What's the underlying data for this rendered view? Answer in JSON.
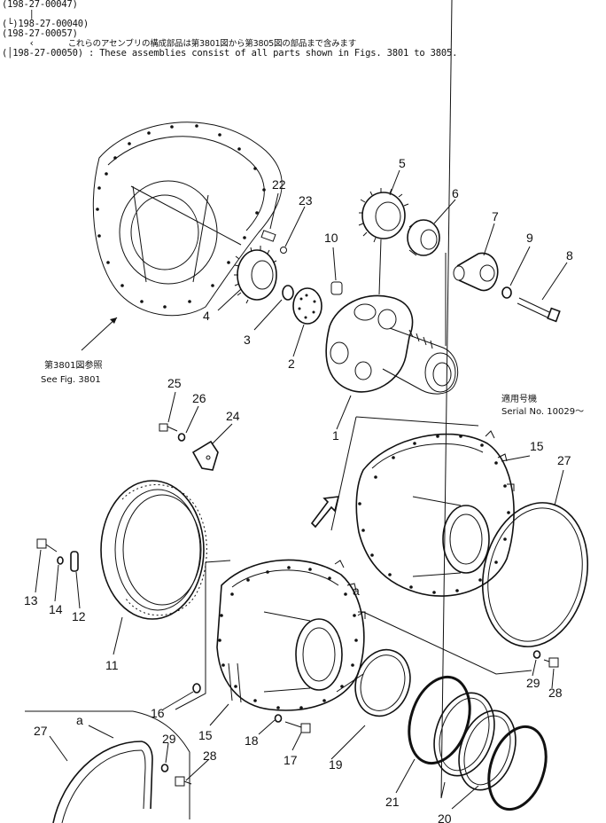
{
  "header": {
    "lines": [
      "(198-27-00047)",
      "     |",
      "(└)198-27-00040)",
      "(198-27-00057)",
      "     ‹",
      "(│198-27-00050) : These assemblies consist of all parts shown in Figs. 3801 to 3805."
    ],
    "note_jp": "これらのアセンブリの構成部品は第3801図から第3805図の部品まで含みます"
  },
  "refs": {
    "see_fig_jp": "第3801図参照",
    "see_fig": "See Fig. 3801",
    "serial_jp": "適用号機",
    "serial": "Serial No. 10029～"
  },
  "callouts": {
    "c1": "1",
    "c2": "2",
    "c3": "3",
    "c4": "4",
    "c5": "5",
    "c6": "6",
    "c7": "7",
    "c8": "8",
    "c9": "9",
    "c10": "10",
    "c11": "11",
    "c12": "12",
    "c13": "13",
    "c14": "14",
    "c15a": "15",
    "c15b": "15",
    "c16": "16",
    "c17": "17",
    "c18": "18",
    "c19": "19",
    "c20": "20",
    "c21": "21",
    "c22": "22",
    "c23": "23",
    "c24": "24",
    "c25": "25",
    "c26": "26",
    "c27a": "27",
    "c27b": "27",
    "c28a": "28",
    "c28b": "28",
    "c29a": "29",
    "c29b": "29",
    "ca1": "a",
    "ca2": "a"
  }
}
